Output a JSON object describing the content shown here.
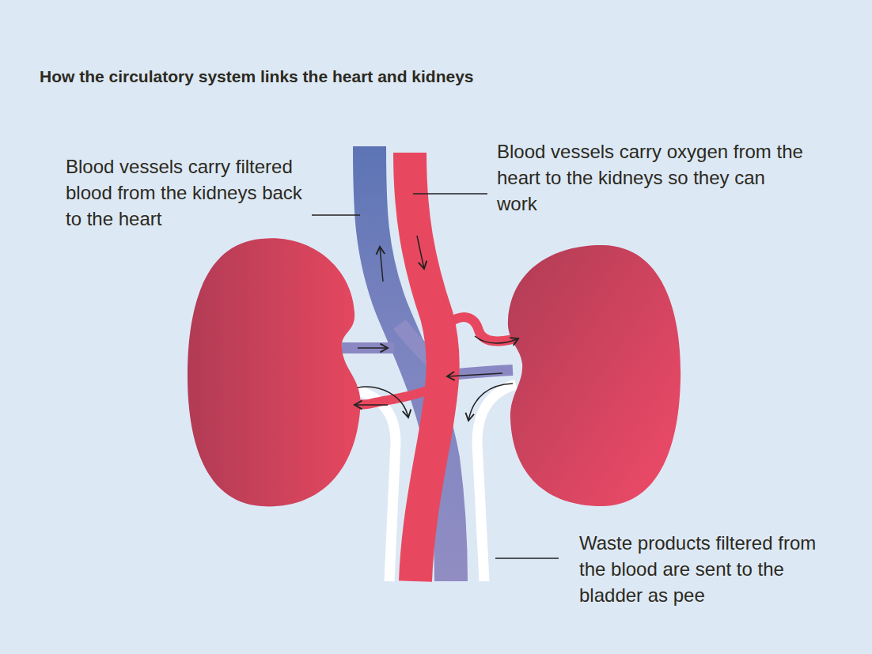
{
  "diagram": {
    "title": "How the circulatory system links the heart and kidneys",
    "labels": [
      "Blood vessels carry filtered blood from the kidneys back to the heart",
      "Blood vessels carry oxygen from the heart to the kidneys so they can work",
      "Waste products filtered from the blood are sent to the bladder as pee"
    ]
  }
}
